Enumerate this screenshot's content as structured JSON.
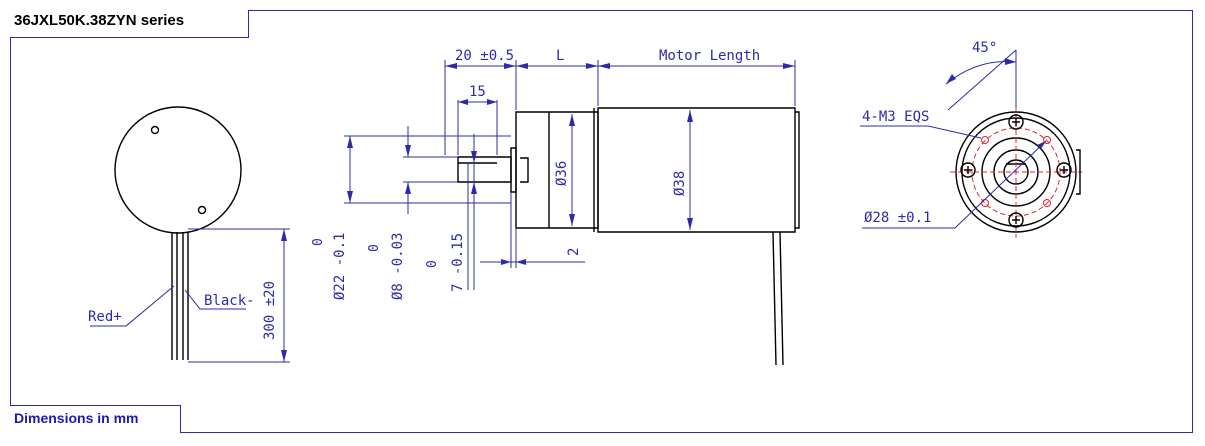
{
  "title": "36JXL50K.38ZYN series",
  "footer": "Dimensions in mm",
  "wires": {
    "red": "Red+",
    "black": "Black-"
  },
  "dimensions": {
    "shaft_length": "20 ±0.5",
    "gear_length": "L",
    "motor_length": "Motor Length",
    "flat_length": "15",
    "gear_diameter": "Ø36",
    "motor_diameter": "Ø38",
    "boss_tol": "0",
    "boss_diameter": "Ø22 -0.1",
    "shaft_tol": "0",
    "shaft_diameter": "Ø8 -0.03",
    "flat_tol": "0",
    "flat_size": "7 -0.15",
    "boss_height": "2",
    "lead_length": "300 ±20",
    "angle": "45°",
    "holes": "4-M3 EQS",
    "pcd": "Ø28 ±0.1"
  },
  "colors": {
    "line": "#000000",
    "dimension": "#2b2ba8",
    "centerline": "#e0262e"
  }
}
